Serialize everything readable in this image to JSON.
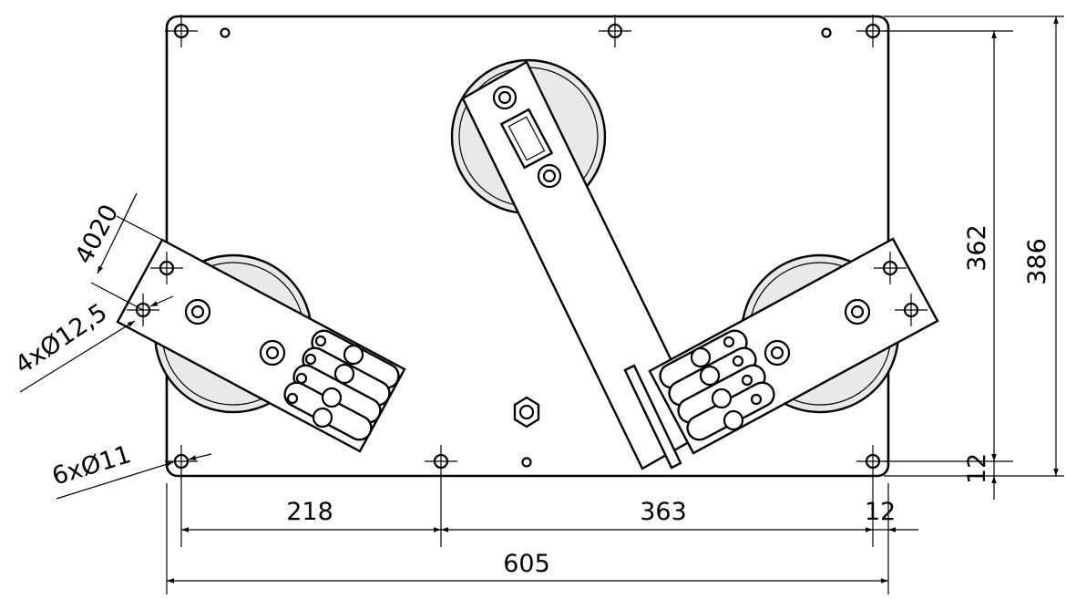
{
  "drawing": {
    "dimensions": {
      "span_left": "218",
      "span_mid": "363",
      "span_right": "12",
      "overall_width": "605",
      "inner_height": "362",
      "overall_height": "386",
      "bottom_offset": "12",
      "slot_pitch": "4020",
      "slot_holes": "4xØ12,5",
      "mount_holes": "6xØ11"
    }
  }
}
